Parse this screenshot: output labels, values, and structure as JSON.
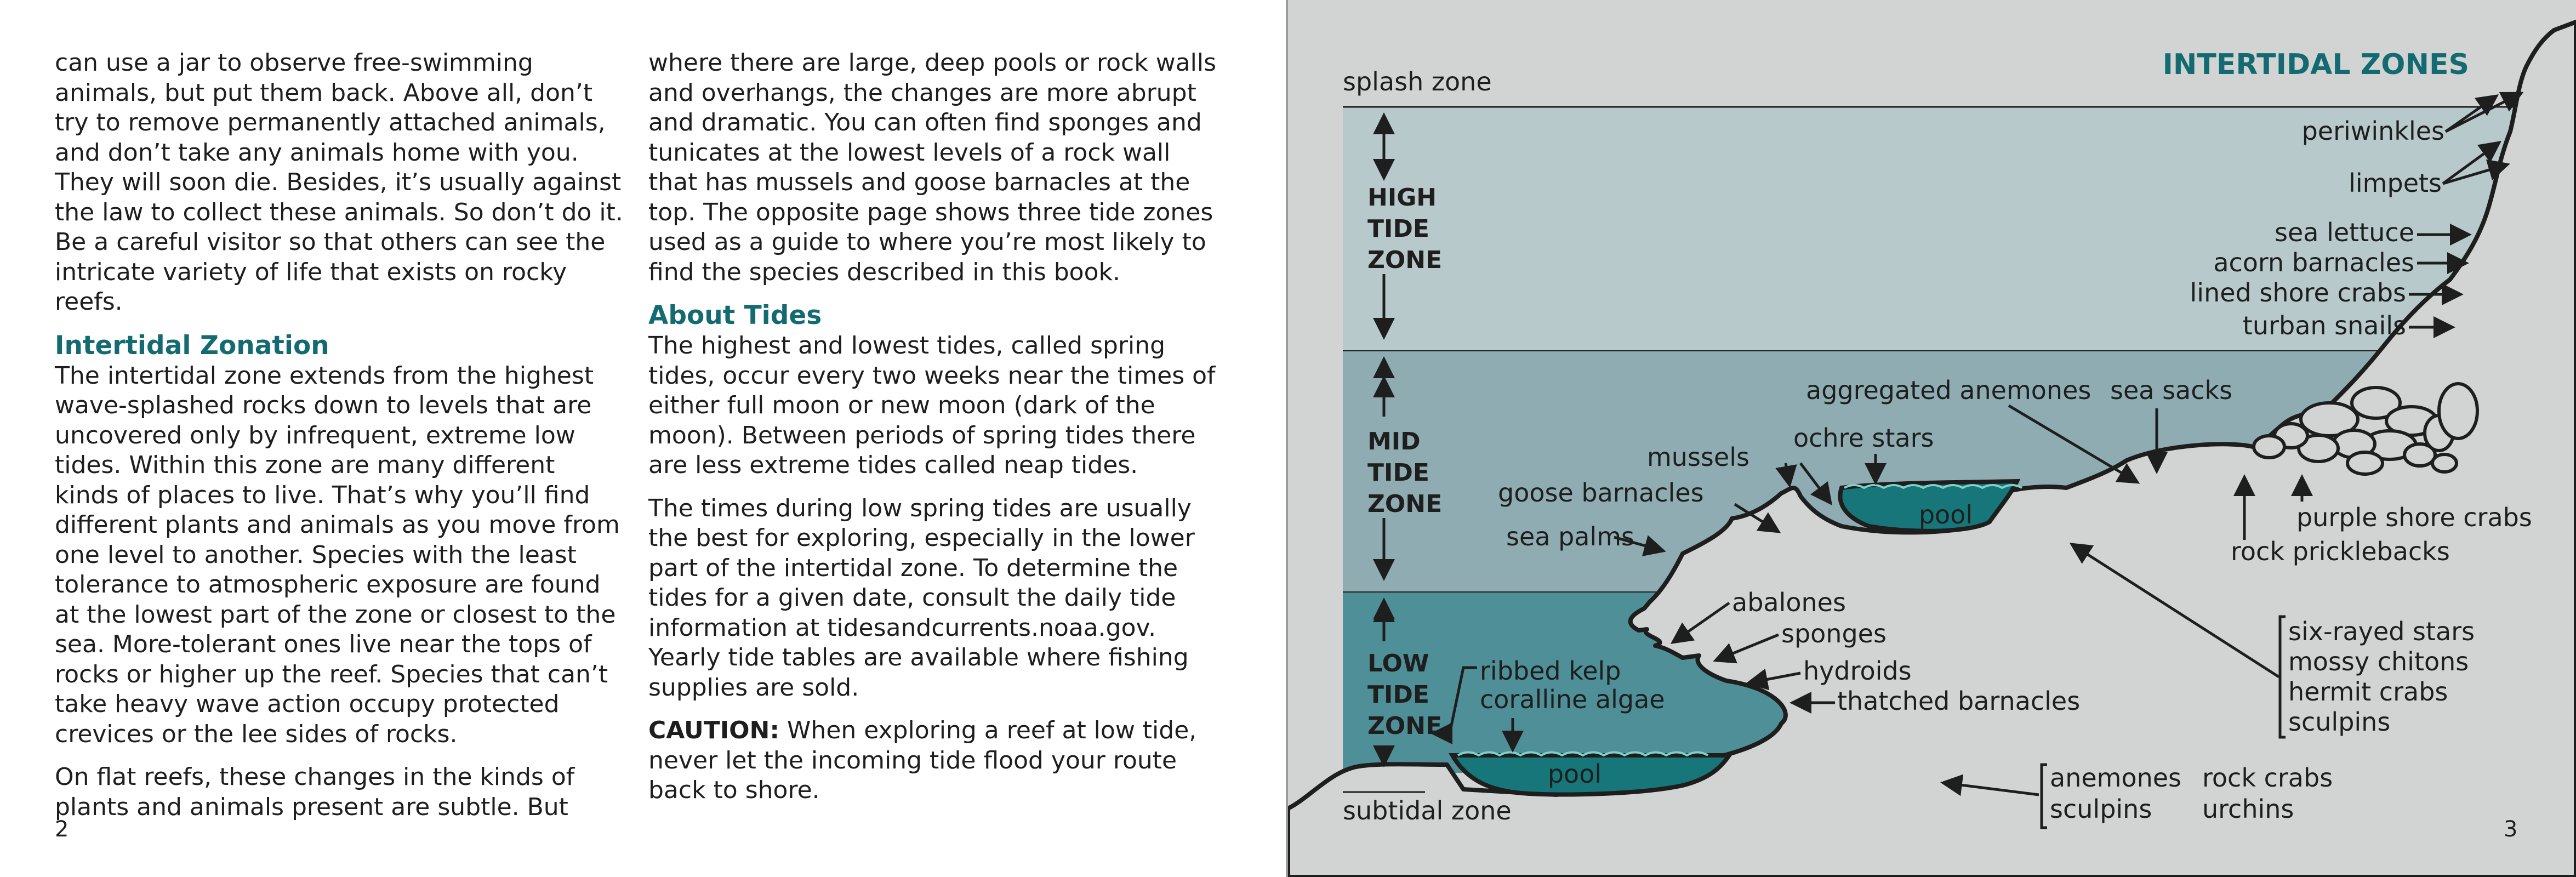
{
  "left_page": {
    "col1": {
      "p1": "can use a jar to observe free-swimming animals, but put them back. Above all, don’t try to remove permanently attached animals, and don’t take any animals home with you. They will soon die. Besides, it’s usually against the law to collect these animals. So don’t do it. Be a careful visitor so that others can see the intricate variety of life that exists on rocky reefs.",
      "heading": "Intertidal Zonation",
      "p2": "The intertidal zone extends from the highest wave-splashed rocks down to levels that are uncovered only by infrequent, extreme low tides. Within this zone are many different kinds of places to live. That’s why you’ll find different plants and animals as you move from one level to another. Species with the least tolerance to atmospheric exposure are found at the lowest part of the zone or closest to the sea. More-tolerant ones live near the tops of rocks or higher up the reef. Species that can’t take heavy wave action occupy protected crevices or the lee sides of rocks.",
      "p3": "On flat reefs, these changes in the kinds of plants and animals present are subtle. But"
    },
    "col2": {
      "p1": "where there are large, deep pools or rock walls and overhangs, the changes are more abrupt and dramatic. You can often find sponges and tunicates at the lowest levels of a rock wall that has mussels and goose barnacles at the top. The opposite page shows three tide zones used as a guide to where you’re most likely to find the species described in this book.",
      "heading": "About Tides",
      "p2": "The highest and lowest tides, called spring tides, occur every two weeks near the times of either full moon or new moon (dark of the moon). Between periods of spring tides there are less extreme tides called neap tides.",
      "p3": "The times during low spring tides are usually the best for exploring, especially in the lower part of the intertidal zone. To determine the tides for a given date, consult the daily tide information at tidesandcurrents.noaa.gov. Yearly tide tables are available where fishing supplies are sold.",
      "caution_label": "CAUTION:",
      "caution_text": " When exploring a reef at low tide, never let the incoming tide flood your route back to shore."
    },
    "page_number": "2"
  },
  "right_page": {
    "title": "INTERTIDAL ZONES",
    "page_number": "3",
    "zones": {
      "high": [
        "HIGH",
        "TIDE",
        "ZONE"
      ],
      "mid": [
        "MID",
        "TIDE",
        "ZONE"
      ],
      "low": [
        "LOW",
        "TIDE",
        "ZONE"
      ]
    },
    "labels": {
      "splash_zone": "splash zone",
      "subtidal_zone": "subtidal zone",
      "periwinkles": "periwinkles",
      "limpets": "limpets",
      "sea_lettuce": "sea lettuce",
      "acorn_barnacles": "acorn barnacles",
      "lined_shore_crabs": "lined shore crabs",
      "turban_snails": "turban snails",
      "aggregated_anemones": "aggregated anemones",
      "sea_sacks": "sea sacks",
      "ochre_stars": "ochre stars",
      "mussels": "mussels",
      "goose_barnacles": "goose barnacles",
      "sea_palms": "sea palms",
      "pool_upper": "pool",
      "purple_shore_crabs": "purple shore crabs",
      "rock_pricklebacks": "rock pricklebacks",
      "abalones": "abalones",
      "sponges": "sponges",
      "hydroids": "hydroids",
      "thatched_barnacles": "thatched barnacles",
      "ribbed_kelp": "ribbed kelp",
      "coralline_algae": "coralline algae",
      "pool_lower": "pool",
      "group_stars": [
        "six-rayed stars",
        "mossy chitons",
        "hermit crabs",
        "sculpins"
      ],
      "group_anemones": [
        "anemones",
        "sculpins"
      ],
      "group_crabs": [
        "rock crabs",
        "urchins"
      ]
    },
    "colors": {
      "high_zone": "#b8c9cc",
      "mid_zone": "#8eacb1",
      "low_zone": "#4f8f97",
      "pool": "#16767a",
      "rock": "#d2d4d4",
      "title": "#136b71"
    }
  }
}
